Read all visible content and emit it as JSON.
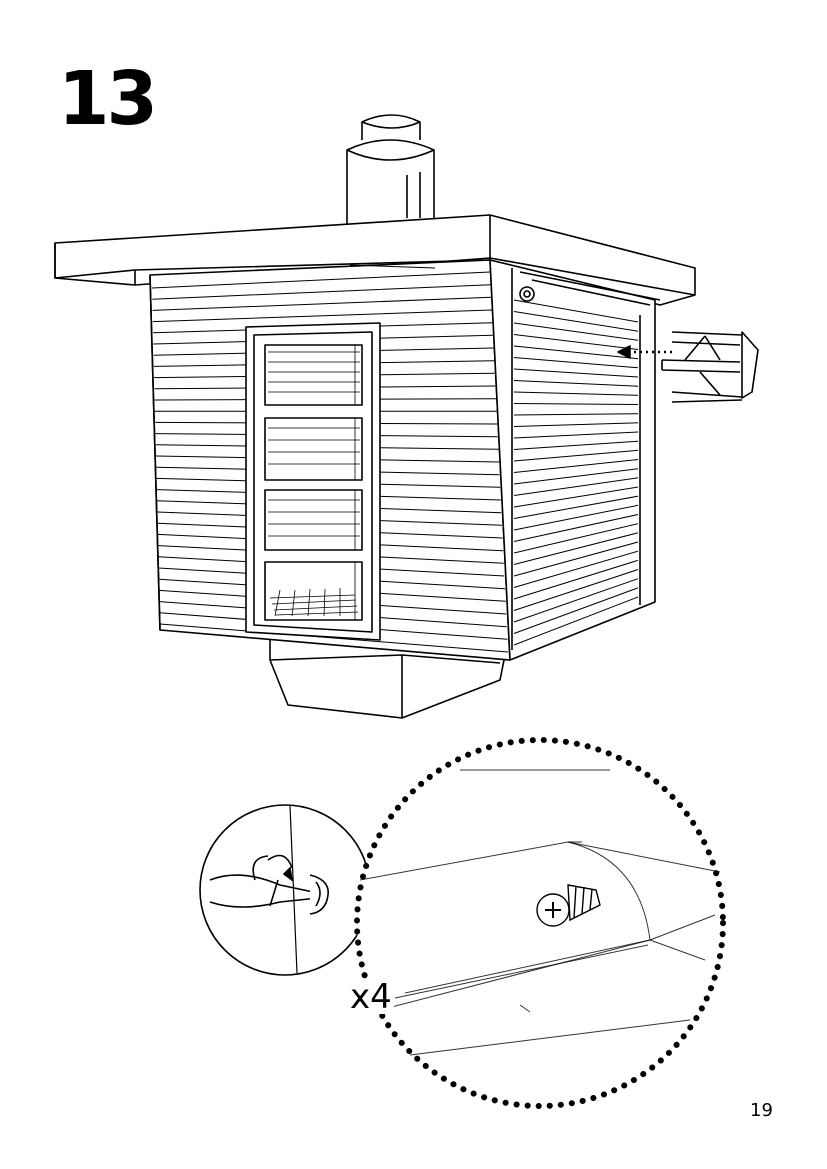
{
  "step": {
    "number": "13"
  },
  "detail": {
    "quantity": "x4"
  },
  "page": {
    "number": "19"
  }
}
